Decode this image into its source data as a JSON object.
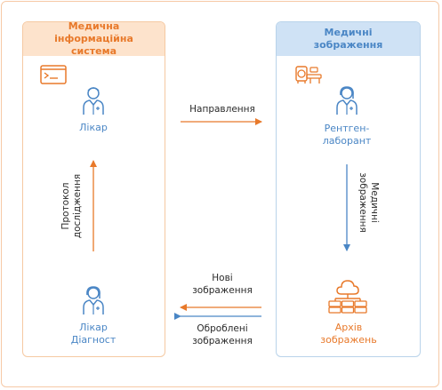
{
  "panels": {
    "left": {
      "title": "Медична інформаційна система",
      "color": "#e8792a"
    },
    "right": {
      "title": "Медичні зображення",
      "color": "#4a86c5"
    }
  },
  "nodes": {
    "doctor": {
      "label": "Лікар",
      "icon": "doctor-icon"
    },
    "xray_tech": {
      "label_line1": "Рентген-",
      "label_line2": "лаборант",
      "icon": "doctor-female-icon"
    },
    "diagnostician": {
      "label_line1": "Лікар",
      "label_line2": "Діагност",
      "icon": "doctor-female-icon"
    },
    "archive": {
      "label_line1": "Архів",
      "label_line2": "зображень",
      "icon": "server-cloud-icon"
    }
  },
  "edges": {
    "referral": {
      "label": "Направлення",
      "color": "#e8792a"
    },
    "new_images": {
      "label_line1": "Нові",
      "label_line2": "зображення",
      "color": "#e8792a"
    },
    "processed_images": {
      "label_line1": "Оброблені",
      "label_line2": "зображення",
      "color": "#4a86c5"
    },
    "medical_images": {
      "label_line1": "Медичні",
      "label_line2": "зображення",
      "color": "#4a86c5"
    },
    "study_protocol": {
      "label_line1": "Протокол",
      "label_line2": "дослідження",
      "color": "#e8792a"
    }
  },
  "colors": {
    "orange": "#e8792a",
    "blue": "#4a86c5",
    "icon_blue": "#4a86c5"
  }
}
